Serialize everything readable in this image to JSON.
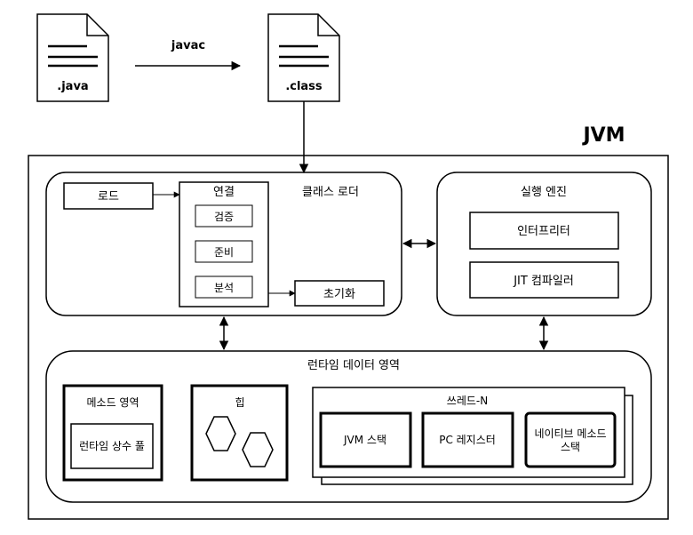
{
  "files": {
    "java": ".java",
    "class": ".class",
    "compiler": "javac"
  },
  "jvm_title": "JVM",
  "class_loader": {
    "title": "클래스 로더",
    "load": "로드",
    "link": {
      "title": "연결",
      "steps": [
        "검증",
        "준비",
        "분석"
      ]
    },
    "init": "초기화"
  },
  "execution_engine": {
    "title": "실행 엔진",
    "interpreter": "인터프리터",
    "jit": "JIT 컴파일러"
  },
  "runtime_data_area": {
    "title": "런타임 데이터 영역",
    "method_area": "메소드 영역",
    "constant_pool": "런타임 상수 풀",
    "heap": "힙",
    "thread": "쓰레드-N",
    "jvm_stack": "JVM 스택",
    "pc_register": "PC 레지스터",
    "native_stack_line1": "네이티브 메소드",
    "native_stack_line2": "스택"
  }
}
